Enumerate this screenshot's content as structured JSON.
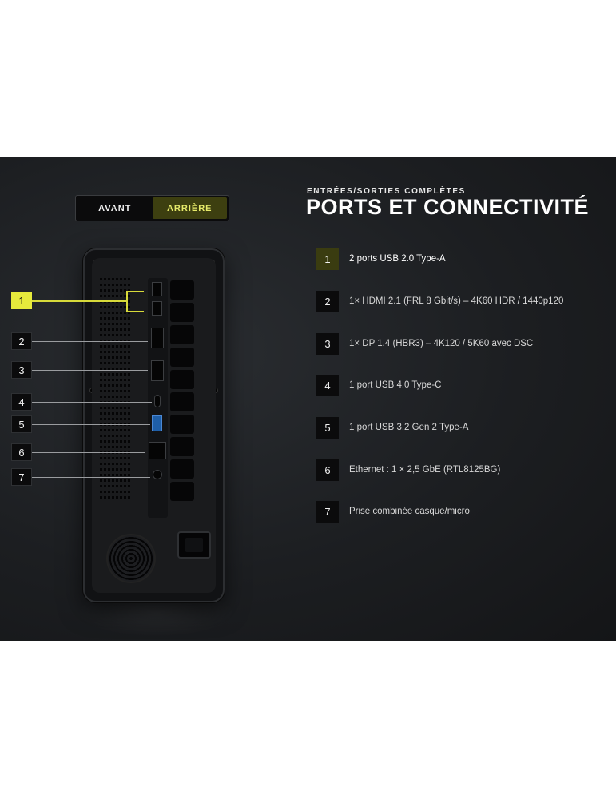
{
  "toggle": {
    "front_label": "AVANT",
    "back_label": "ARRIÈRE",
    "selected": "back"
  },
  "header": {
    "eyebrow": "ENTRÉES/SORTIES COMPLÈTES",
    "title": "PORTS ET CONNECTIVITÉ"
  },
  "callouts": [
    "1",
    "2",
    "3",
    "4",
    "5",
    "6",
    "7"
  ],
  "specs": [
    {
      "num": "1",
      "label": "2 ports USB 2.0 Type-A"
    },
    {
      "num": "2",
      "label": "1× HDMI 2.1 (FRL 8 Gbit/s) – 4K60 HDR / 1440p120"
    },
    {
      "num": "3",
      "label": "1× DP 1.4 (HBR3) – 4K120 / 5K60 avec DSC"
    },
    {
      "num": "4",
      "label": "1 port USB 4.0 Type-C"
    },
    {
      "num": "5",
      "label": "1 port USB 3.2 Gen 2 Type-A"
    },
    {
      "num": "6",
      "label": "Ethernet : 1 × 2,5 GbE (RTL8125BG)"
    },
    {
      "num": "7",
      "label": "Prise combinée casque/micro"
    }
  ],
  "active_item": "1",
  "colors": {
    "accent": "#e6ea3c",
    "accent_dark": "#3a3c10",
    "background": "#1c1e21"
  },
  "icons": {
    "usb_blue": "usb-3-port-icon",
    "fan": "fan-icon",
    "power": "power-socket-icon"
  }
}
